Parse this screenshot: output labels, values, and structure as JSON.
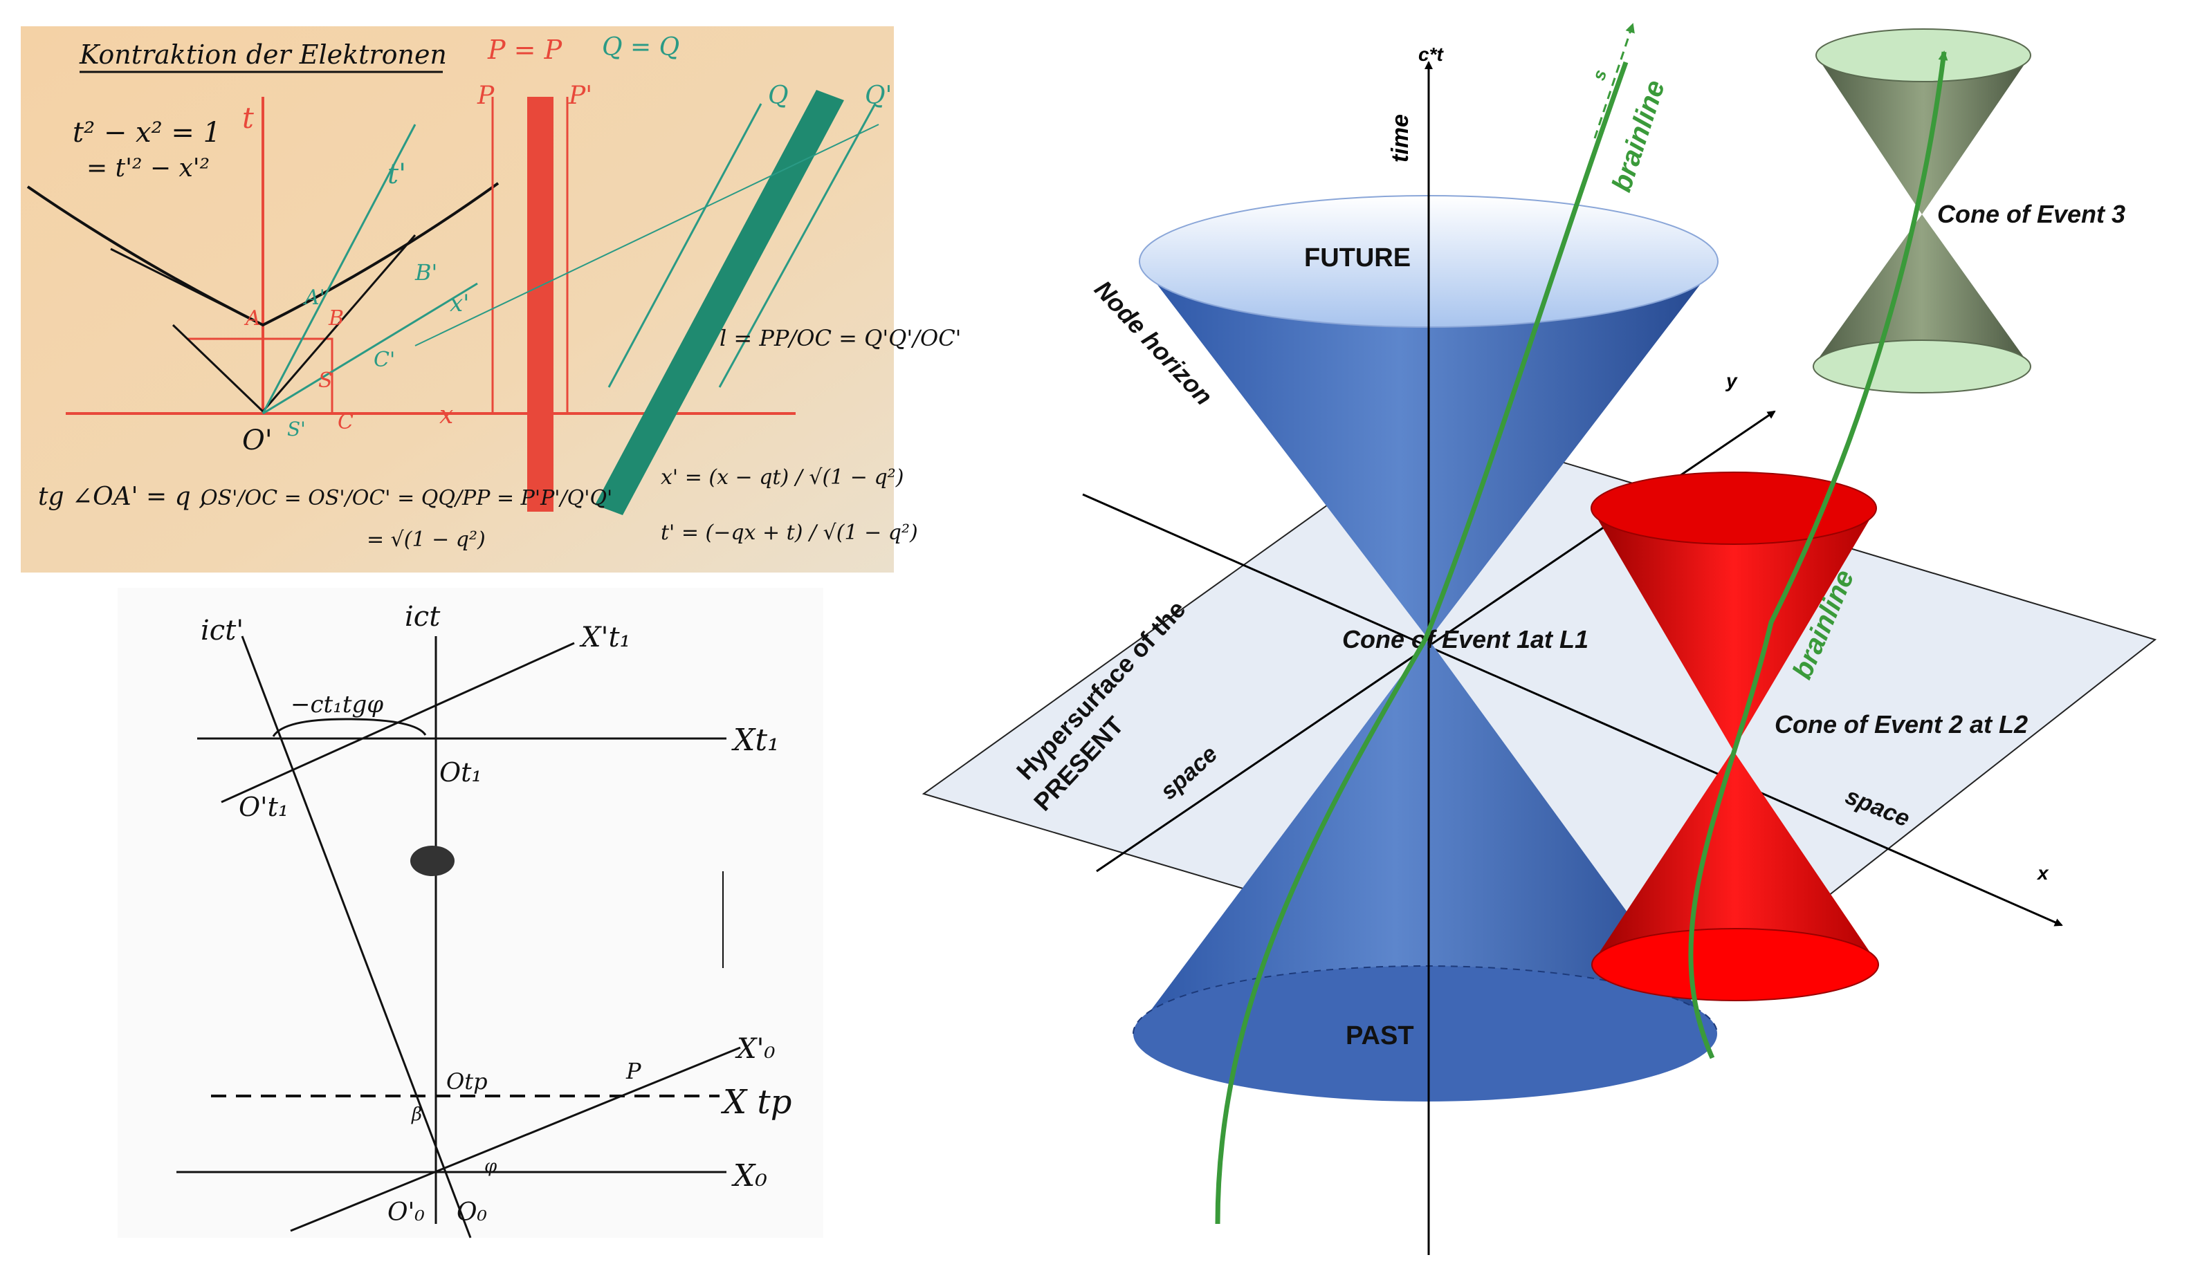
{
  "panel_top_left": {
    "heading": "Kontraktion der Elektronen",
    "legend_pp": "P = P",
    "legend_qq": "Q = Q",
    "eq_hyperbola_1": "t² − x² = 1",
    "eq_hyperbola_2": "= t'² − x'²",
    "axis_t": "t",
    "axis_t_prime": "t'",
    "axis_x": "x",
    "axis_x_prime": "x'",
    "origin": "O'",
    "pt_A": "A",
    "pt_A_prime": "A'",
    "pt_B": "B",
    "pt_B_prime": "B'",
    "pt_C": "C",
    "pt_C_prime": "C'",
    "pt_S": "S",
    "pt_S_prime": "S'",
    "pt_P": "P",
    "pt_P_prime": "P'",
    "pt_Q": "Q",
    "pt_Q_prime": "Q'",
    "eq_length": "l = PP/OC = Q'Q'/OC'",
    "eq_tan": "tg ∠OA' = q ,",
    "eq_ratios": "OS'/OC = OS'/OC' = QQ/PP = P'P'/Q'Q'",
    "eq_sqrt": "= √(1 − q²)",
    "eq_lorentz_x": "x' = (x − qt) / √(1 − q²)",
    "eq_lorentz_t": "t' = (−qx + t) / √(1 − q²)"
  },
  "panel_bottom_left": {
    "axis_ict": "ict",
    "axis_ict_prime": "ict'",
    "axis_x_t1_prime": "X't₁",
    "axis_x_t1": "Xt₁",
    "label_dt": "−ct₁tgφ",
    "origin_t1": "Ot₁",
    "origin_t1_prime": "O't₁",
    "axis_x0_prime": "X'₀",
    "axis_xtp": "X tp",
    "origin_tp": "Otp",
    "point_p": "P",
    "angle_beta": "β",
    "angle_phi": "φ",
    "axis_x0": "X₀",
    "origin_0_prime": "O'₀",
    "origin_0": "O₀"
  },
  "panel_right": {
    "axis_time_top": "c*t",
    "axis_time": "time",
    "axis_y": "y",
    "axis_x": "x",
    "brainline_1": "brainline",
    "brainline_2": "brainline",
    "brainline_arrow_label": "s",
    "label_future": "FUTURE",
    "label_past": "PAST",
    "label_node_horizon": "Node horizon",
    "label_hypersurface_1": "Hypersurface of the",
    "label_hypersurface_2": "PRESENT",
    "label_space_left": "space",
    "label_space_right": "space",
    "label_cone1": "Cone of Event 1at L1",
    "label_cone2": "Cone of Event 2 at L2",
    "label_cone3": "Cone of Event 3"
  },
  "colors": {
    "paper": "#f3d4ab",
    "red_ink": "#e8483a",
    "teal_ink": "#2a9a85",
    "blue_cone": "#3e67b4",
    "red_cone": "#ee0000",
    "green_cone": "#7a8a6c",
    "brainline": "#3a9a3a"
  }
}
